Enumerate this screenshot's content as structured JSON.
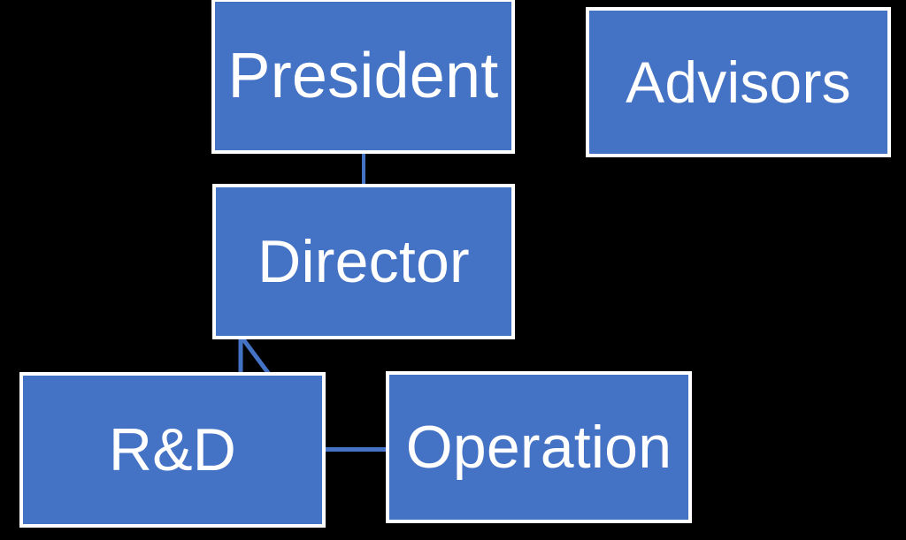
{
  "chart_data": {
    "type": "diagram",
    "subtype": "organization-chart",
    "title": "",
    "background_color": "#000000",
    "node_fill_color": "#4472C4",
    "node_border_color": "#FFFFFF",
    "node_text_color": "#FFFFFF",
    "connector_color": "#4472C4",
    "nodes": [
      {
        "id": "president",
        "label": "President",
        "level": 0
      },
      {
        "id": "advisors",
        "label": "Advisors",
        "level": 0
      },
      {
        "id": "director",
        "label": "Director",
        "level": 1
      },
      {
        "id": "rd",
        "label": "R&D",
        "level": 2
      },
      {
        "id": "operation",
        "label": "Operation",
        "level": 2
      }
    ],
    "edges": [
      {
        "from": "president",
        "to": "director",
        "style": "straight-vertical",
        "arrow": "none"
      },
      {
        "from": "director",
        "to": "rd",
        "style": "elbow-arrow",
        "arrow": "to-director"
      },
      {
        "from": "rd",
        "to": "operation",
        "style": "straight-horizontal",
        "arrow": "none"
      }
    ]
  },
  "diagram": {
    "nodes": {
      "president": {
        "label": "President"
      },
      "advisors": {
        "label": "Advisors"
      },
      "director": {
        "label": "Director"
      },
      "rd": {
        "label": "R&D"
      },
      "operation": {
        "label": "Operation"
      }
    }
  }
}
